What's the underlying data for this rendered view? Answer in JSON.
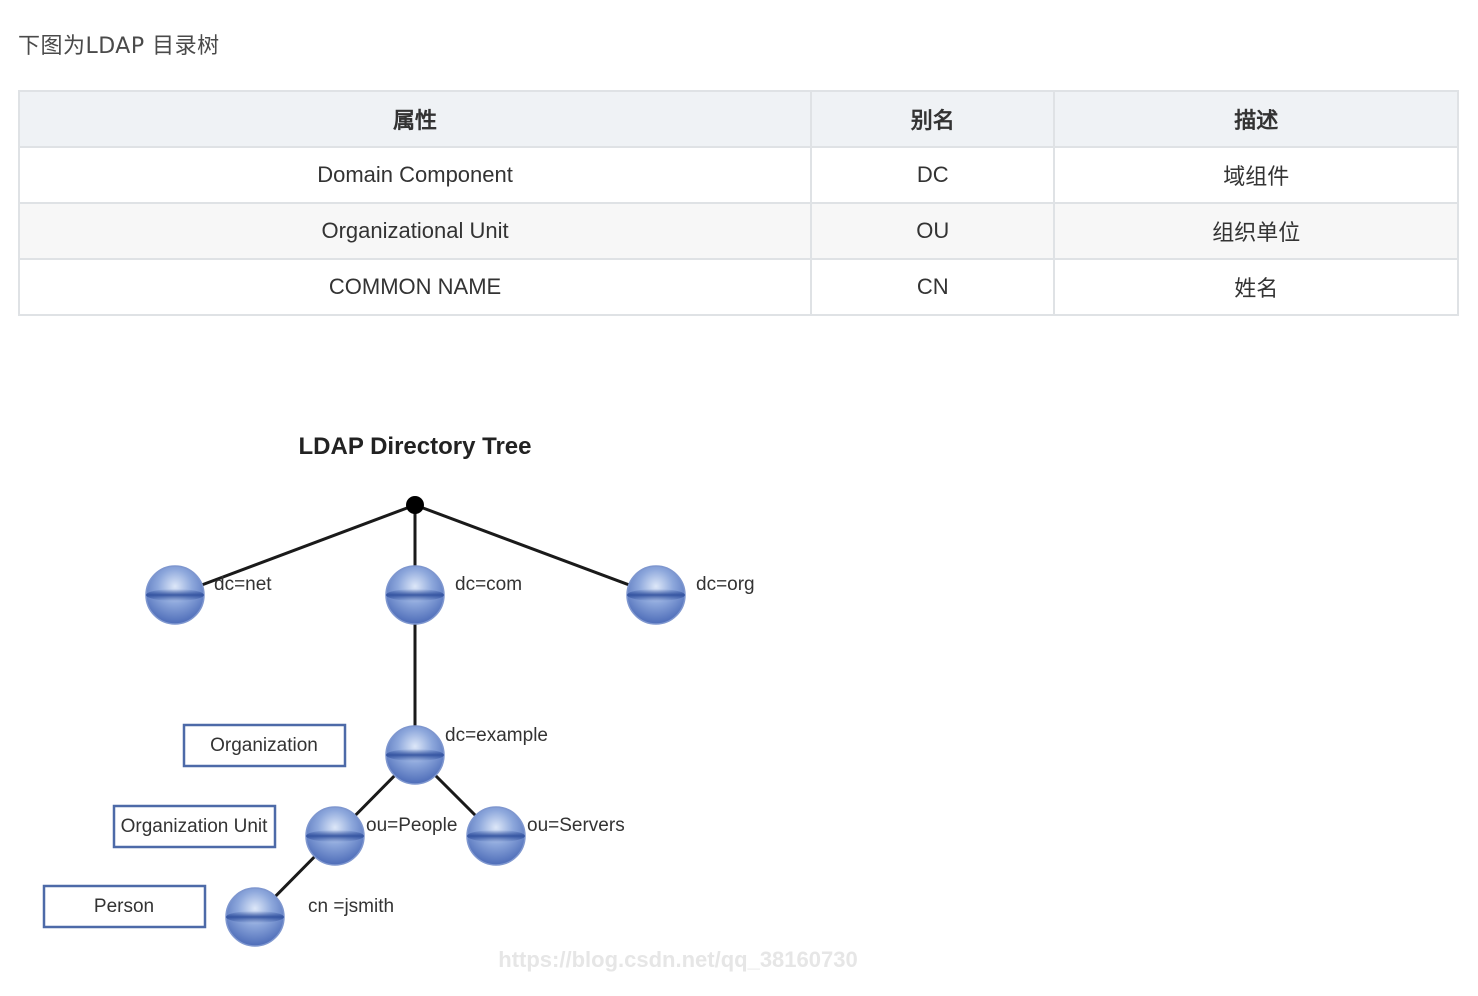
{
  "intro_text": "下图为LDAP 目录树",
  "table": {
    "headers": [
      "属性",
      "别名",
      "描述"
    ],
    "rows": [
      [
        "Domain Component",
        "DC",
        "域组件"
      ],
      [
        "Organizational Unit",
        "OU",
        "组织单位"
      ],
      [
        "COMMON NAME",
        "CN",
        "姓名"
      ]
    ]
  },
  "diagram": {
    "title": "LDAP Directory Tree",
    "nodes": {
      "net": "dc=net",
      "com": "dc=com",
      "org": "dc=org",
      "example": "dc=example",
      "people": "ou=People",
      "servers": "ou=Servers",
      "jsmith": "cn =jsmith"
    },
    "legend": {
      "organization": "Organization",
      "organization_unit": "Organization Unit",
      "person": "Person"
    },
    "watermark": "https://blog.csdn.net/qq_38160730",
    "colors": {
      "node_top": "#c6d6f2",
      "node_mid": "#6d8fce",
      "node_band": "#3b5aa8",
      "node_edge": "#8ea5d8",
      "legend_border": "#4d6aa8"
    }
  }
}
